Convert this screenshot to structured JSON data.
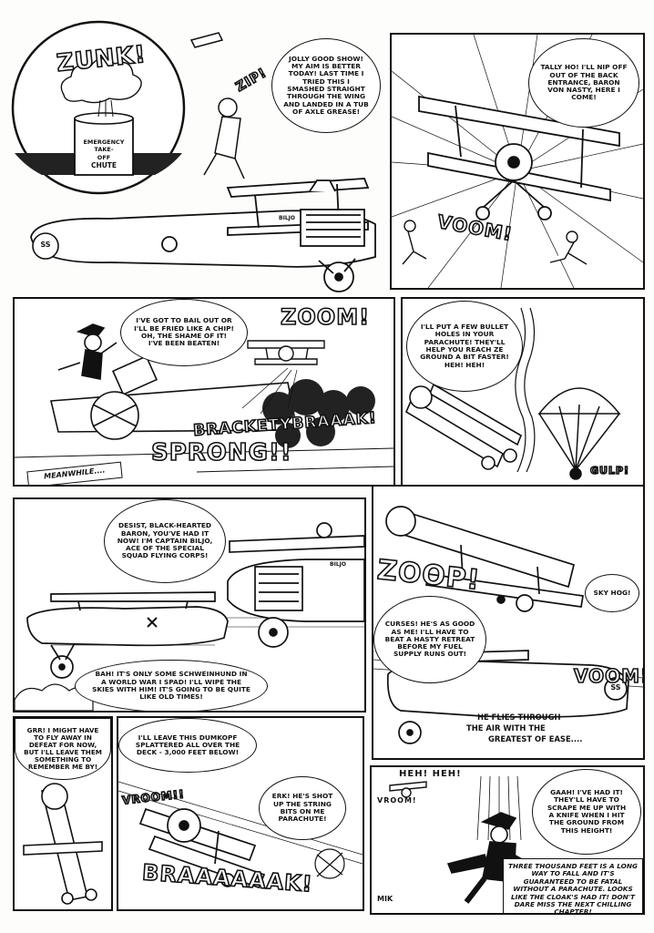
{
  "panel1": {
    "sfx_zunk": "ZUNK!",
    "sfx_zip": "ZIP!",
    "can_label_line1": "EMERGENCY",
    "can_label_line2": "TAKE-",
    "can_label_line3": "OFF",
    "can_label_line4": "CHUTE",
    "bubble_jolly": "JOLLY GOOD SHOW! MY AIM IS BETTER TODAY! LAST TIME I TRIED THIS I SMASHED STRAIGHT THROUGH THE WING AND LANDED IN A TUB OF AXLE GREASE!",
    "plane_marking": "BILJO",
    "tail_marking": "SS"
  },
  "panel2": {
    "bubble_tally": "TALLY HO! I'LL NIP OFF OUT OF THE BACK ENTRANCE, BARON VON NASTY, HERE I COME!",
    "sfx_voom": "VOOM!"
  },
  "panel3": {
    "bubble_bail": "I'VE GOT TO BAIL OUT OR I'LL BE FRIED LIKE A CHIP! OH, THE SHAME OF IT! I'VE BEEN BEATEN!",
    "sfx_zoom": "ZOOM!",
    "sfx_brackety": "BRACKETYBRAAAK!",
    "sfx_sprong": "SPRONG!!",
    "caption_meanwhile": "MEANWHILE...."
  },
  "panel4": {
    "bubble_bullets": "I'LL PUT A FEW BULLET HOLES IN YOUR PARACHUTE! THEY'LL HELP YOU REACH ZE GROUND A BIT FASTER! HEH! HEH!",
    "sfx_gulp": "GULP!"
  },
  "panel5": {
    "bubble_desist": "DESIST, BLACK-HEARTED BARON, YOU'VE HAD IT NOW! I'M CAPTAIN BILJO, ACE OF THE SPECIAL SQUAD FLYING CORPS!",
    "bubble_bah": "BAH! IT'S ONLY SOME SCHWEINHUND IN A WORLD WAR I SPAD! I'LL WIPE THE SKIES WITH HIM! IT'S GOING TO BE QUITE LIKE OLD TIMES!",
    "plane_marking": "BILJO"
  },
  "panel6": {
    "sfx_zoop": "ZOOP!",
    "bubble_skyhog": "SKY HOG!",
    "bubble_curses": "CURSES! HE'S AS GOOD AS ME! I'LL HAVE TO BEAT A HASTY RETREAT BEFORE MY FUEL SUPPLY RUNS OUT!",
    "sfx_voom": "VOOM!",
    "caption_flies_line1": "HE FLIES THROUGH",
    "caption_flies_line2": "THE AIR WITH THE",
    "caption_flies_line3": "GREATEST OF EASE....",
    "tail_marking": "SS"
  },
  "panel7": {
    "bubble_grr": "GRR! I MIGHT HAVE TO FLY AWAY IN DEFEAT FOR NOW, BUT I'LL LEAVE THEM SOMETHING TO REMEMBER ME BY!"
  },
  "panel8": {
    "bubble_dumkopf": "I'LL LEAVE THIS DUMKOPF SPLATTERED ALL OVER THE DECK - 3,000 FEET BELOW!",
    "sfx_vroom": "VROOM!!",
    "bubble_erk": "ERK! HE'S SHOT UP THE STRING BITS ON ME PARACHUTE!",
    "sfx_braaak": "BRAAAAAAK!"
  },
  "panel9": {
    "sfx_heh": "HEH! HEH!",
    "sfx_vroom": "VROOM!",
    "bubble_gaah": "GAAH! I'VE HAD IT! THEY'LL HAVE TO SCRAPE ME UP WITH A KNIFE WHEN I HIT THE GROUND FROM THIS HEIGHT!",
    "caption_end": "THREE THOUSAND FEET IS A LONG WAY TO FALL AND IT'S GUARANTEED TO BE FATAL WITHOUT A PARACHUTE. LOOKS LIKE THE CLOAK'S HAD IT! DON'T DARE MISS THE NEXT CHILLING CHAPTER!",
    "signature": "MIK"
  }
}
